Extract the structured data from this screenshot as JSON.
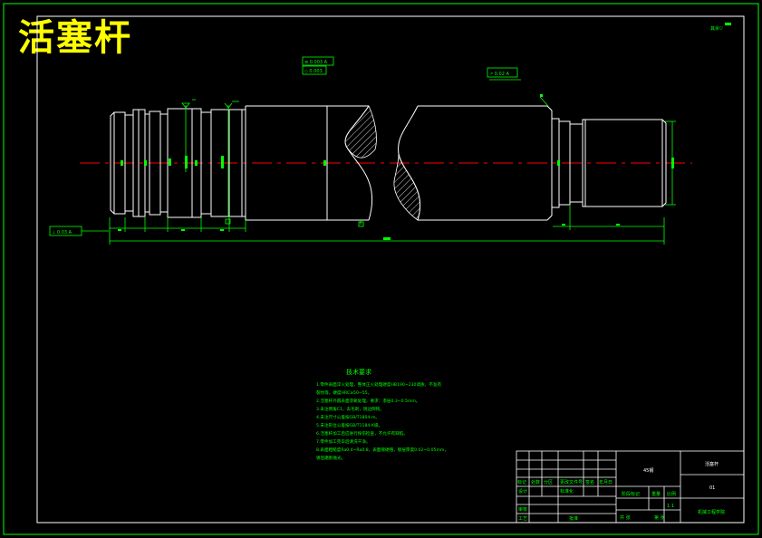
{
  "drawing": {
    "title": "活塞杆",
    "surface_roughness_note": "其余▽",
    "feature_frames": {
      "upper_left": [
        "⊚ 0.003 A",
        "◇ 0.003"
      ],
      "upper_right": "↗ 0.02 A",
      "left_datum": "⊥ 0.03 A"
    },
    "technical_requirements": {
      "heading": "技术要求",
      "lines": [
        "1.零件表面淬火处理，整体正火处理硬度HB190~230调质，不准有",
        "裂纹等。硬度HRC≥50~55。",
        "2.活塞杆外圆表面渗氮处理，要求：渗层0.3~0.5mm。",
        "3.未注倒角C1，去毛刺，锐边倒钝。",
        "4.未注尺寸公差按GB/T1804-m。",
        "5.未注形位公差按GB/T1184-K级。",
        "6.活塞杆加工后应进行探伤检查，不允许有缺陷。",
        "7.零件加工完毕后清洗干净。",
        "8.表面粗糙度Ra0.4~Ra0.8，表面镀硬铬，镀层厚度0.02~0.05mm，",
        "镀后磨削抛光。"
      ]
    },
    "title_block": {
      "material": "45钢",
      "part_name": "活塞杆",
      "scale": "1:1",
      "school": "机械工程学院",
      "drawing_no": "01",
      "labels": [
        "标记",
        "处数",
        "分区",
        "更改文件号",
        "签名",
        "年月日",
        "设计",
        "标准化",
        "审核",
        "工艺",
        "批准",
        "阶段标记",
        "重量",
        "比例",
        "共 张",
        "第 张"
      ]
    }
  }
}
